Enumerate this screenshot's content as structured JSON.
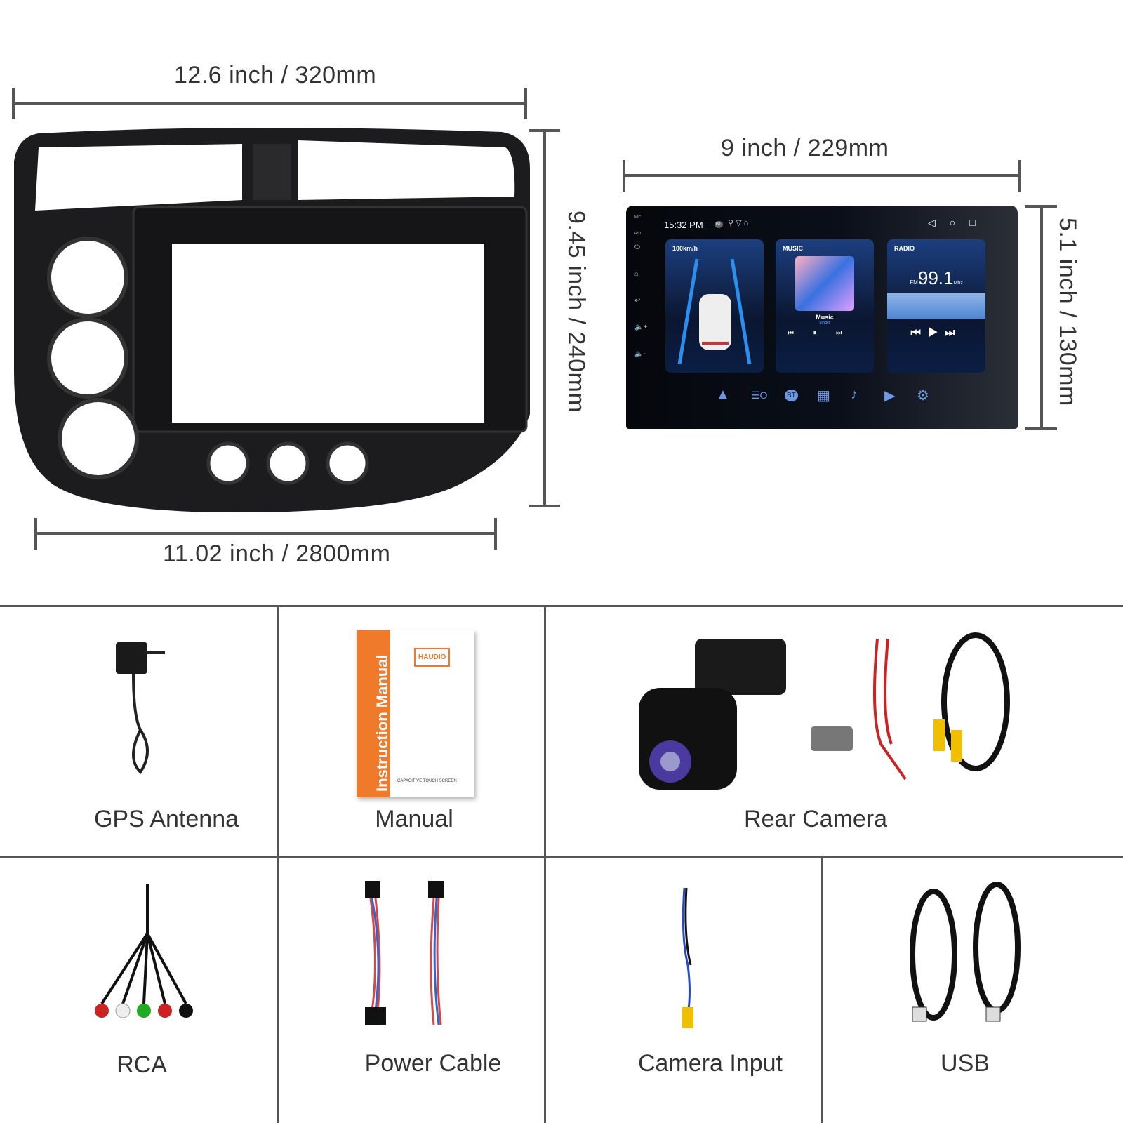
{
  "dimensions": {
    "frame_width_top": "12.6 inch / 320mm",
    "frame_height": "9.45 inch / 240mm",
    "frame_width_bottom": "11.02 inch / 2800mm",
    "screen_width": "9 inch / 229mm",
    "screen_height": "5.1 inch / 130mm"
  },
  "head_unit": {
    "side_labels": [
      "MIC",
      "RST"
    ],
    "time": "15:32 PM",
    "status_bt": "BT",
    "cards": {
      "speed": "100km/h",
      "music_title": "MUSIC",
      "music_track": "Music",
      "music_artist": "Singer",
      "radio_title": "RADIO",
      "radio_band": "FM",
      "radio_freq": "99.1",
      "radio_unit": "Mhz"
    },
    "dock_bt": "BT",
    "accent": "#3b7bea"
  },
  "manual": {
    "spine": "Instruction Manual",
    "brand": "HAUDIO",
    "footer": "CAPACITIVE TOUCH SCREEN",
    "color": "#ee7a2a"
  },
  "accessories": [
    "GPS Antenna",
    "Manual",
    "Rear Camera",
    "RCA",
    "Power Cable",
    "Camera Input",
    "USB"
  ]
}
